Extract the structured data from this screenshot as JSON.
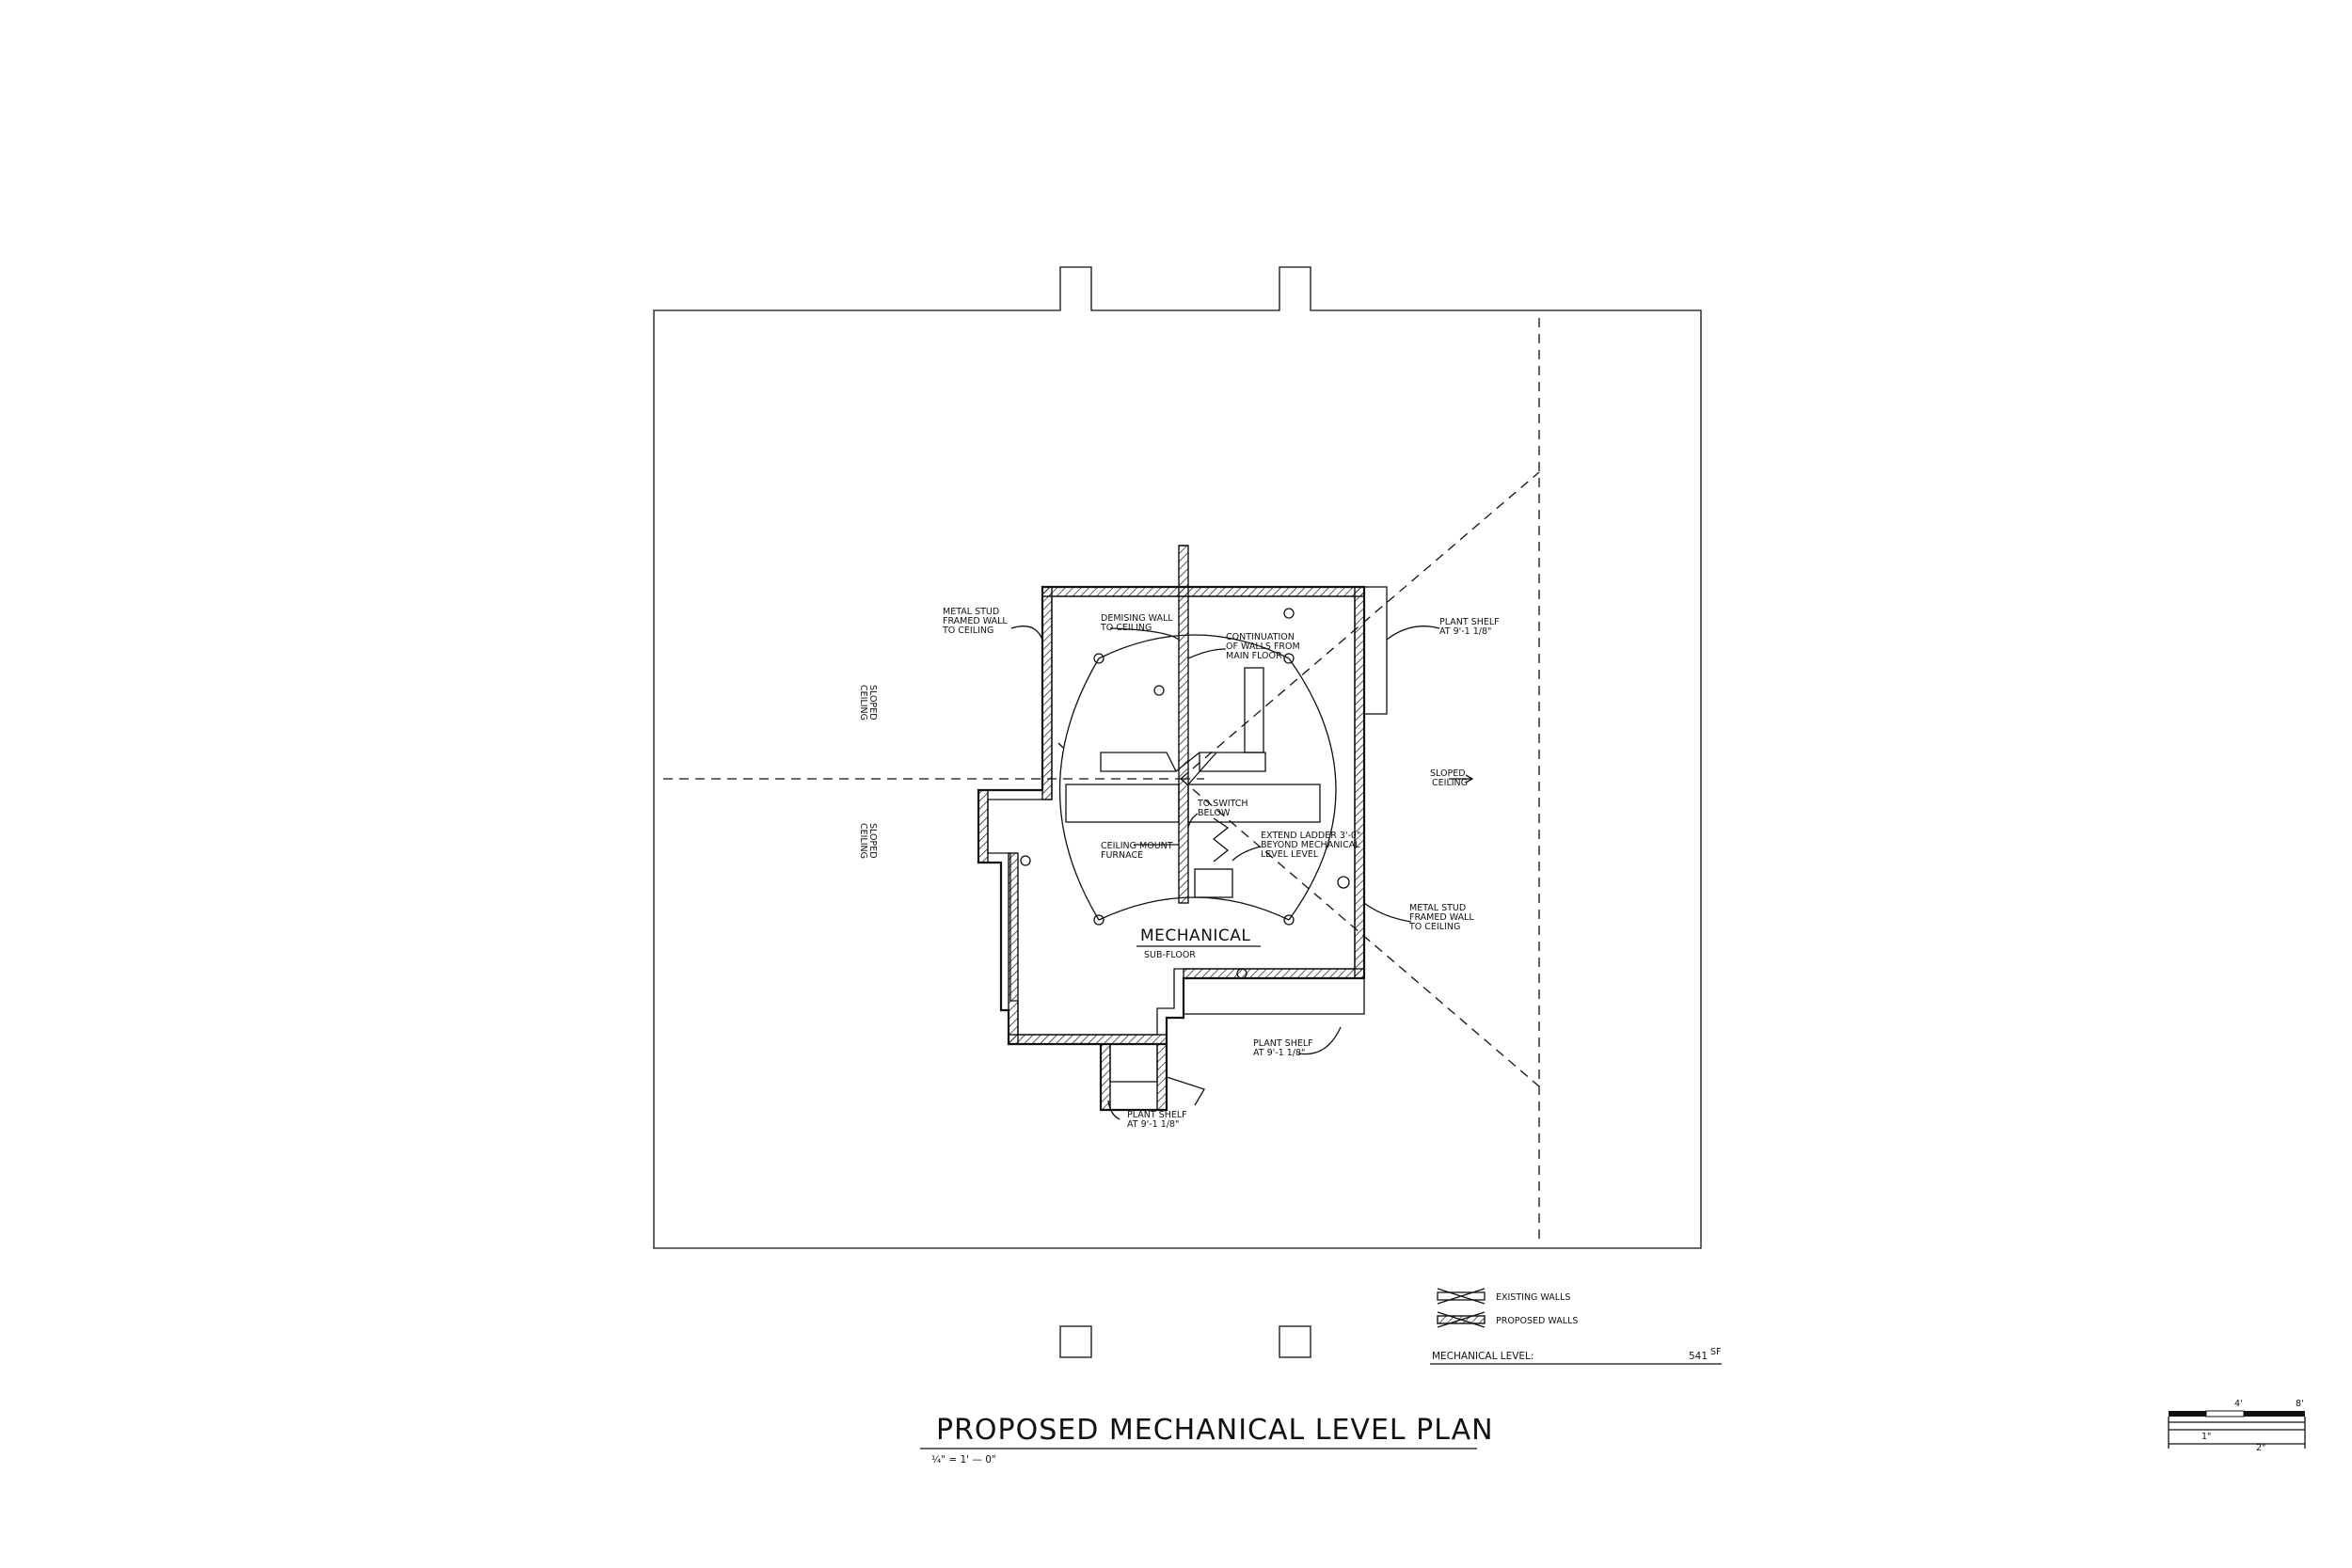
{
  "sheet": {
    "title": "PROPOSED MECHANICAL LEVEL PLAN",
    "scale": "¼\" = 1' — 0\"",
    "room": {
      "name": "MECHANICAL",
      "sub": "SUB-FLOOR"
    },
    "notes": {
      "metal_stud_left": [
        "METAL STUD",
        "FRAMED WALL",
        "TO CEILING"
      ],
      "demising_wall": [
        "DEMISING WALL",
        "TO CEILING"
      ],
      "continuation": [
        "CONTINUATION",
        "OF WALLS FROM",
        "MAIN FLOOR"
      ],
      "plant_shelf_right": [
        "PLANT SHELF",
        "AT 9'-1 1/8\""
      ],
      "sloped_ceiling_right": [
        "SLOPED",
        "CEILING"
      ],
      "sloped_ceiling_left_top": [
        "SLOPED",
        "CEILING"
      ],
      "sloped_ceiling_left_bottom": [
        "SLOPED",
        "CEILING"
      ],
      "to_switch": [
        "TO SWITCH",
        "BELOW"
      ],
      "ceiling_mount": [
        "CEILING MOUNT",
        "FURNACE"
      ],
      "extend_ladder": [
        "EXTEND LADDER 3'-0\"",
        "BEYOND MECHANICAL",
        "LEVEL LEVEL"
      ],
      "metal_stud_right": [
        "METAL STUD",
        "FRAMED WALL",
        "TO CEILING"
      ],
      "plant_shelf_bottom_right": [
        "PLANT SHELF",
        "AT 9'-1 1/8\""
      ],
      "plant_shelf_bottom_left": [
        "PLANT SHELF",
        "AT 9'-1 1/8\""
      ]
    },
    "legend": {
      "existing": "EXISTING WALLS",
      "proposed": "PROPOSED WALLS",
      "area_label": "MECHANICAL LEVEL:",
      "area_value": "541",
      "area_unit": "SF"
    },
    "scale_bar": {
      "label_4": "4'",
      "label_8": "8'",
      "label_1": "1\"",
      "label_2": "2\""
    }
  }
}
